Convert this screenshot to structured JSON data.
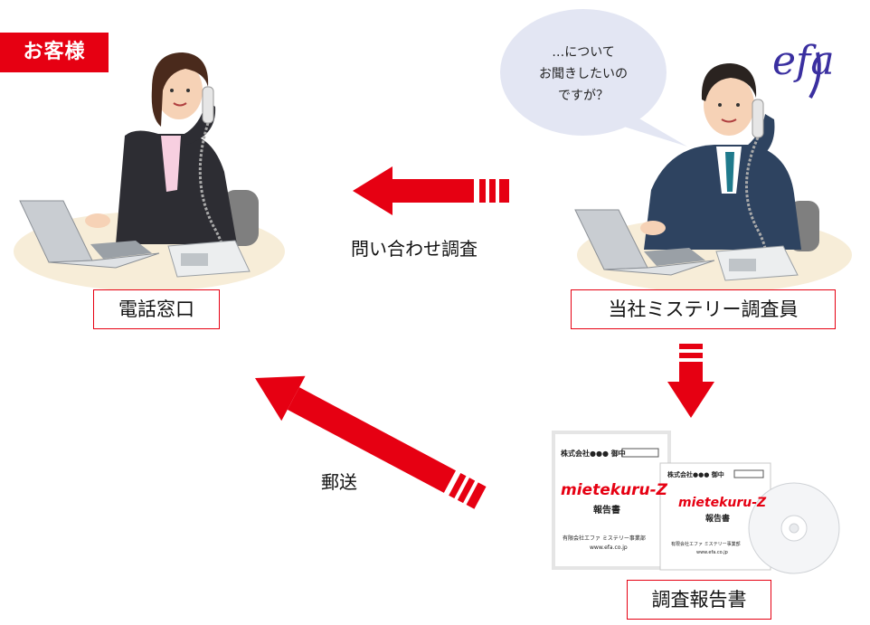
{
  "badge": {
    "label": "お客様"
  },
  "speech_bubble": {
    "lines": [
      "…について",
      "お聞きしたいの",
      "ですが？"
    ]
  },
  "logo": {
    "text": "efa"
  },
  "nodes": {
    "customer": {
      "caption": "電話窓口"
    },
    "investigator": {
      "caption": "当社ミステリー調査員"
    },
    "report": {
      "caption": "調査報告書",
      "booklet_header": "株式会社●●● 御中",
      "booklet_title": "mietekuru-Z",
      "booklet_subtitle": "報告書",
      "booklet_company": "有限会社エファ ミステリー事業部",
      "booklet_url": "www.efa.co.jp"
    }
  },
  "edges": {
    "inquiry": {
      "label": "問い合わせ調査"
    },
    "mail": {
      "label": "郵送"
    }
  },
  "colors": {
    "accent": "#e60012",
    "logo": "#3a2fa0",
    "bubble": "#e3e6f3"
  }
}
